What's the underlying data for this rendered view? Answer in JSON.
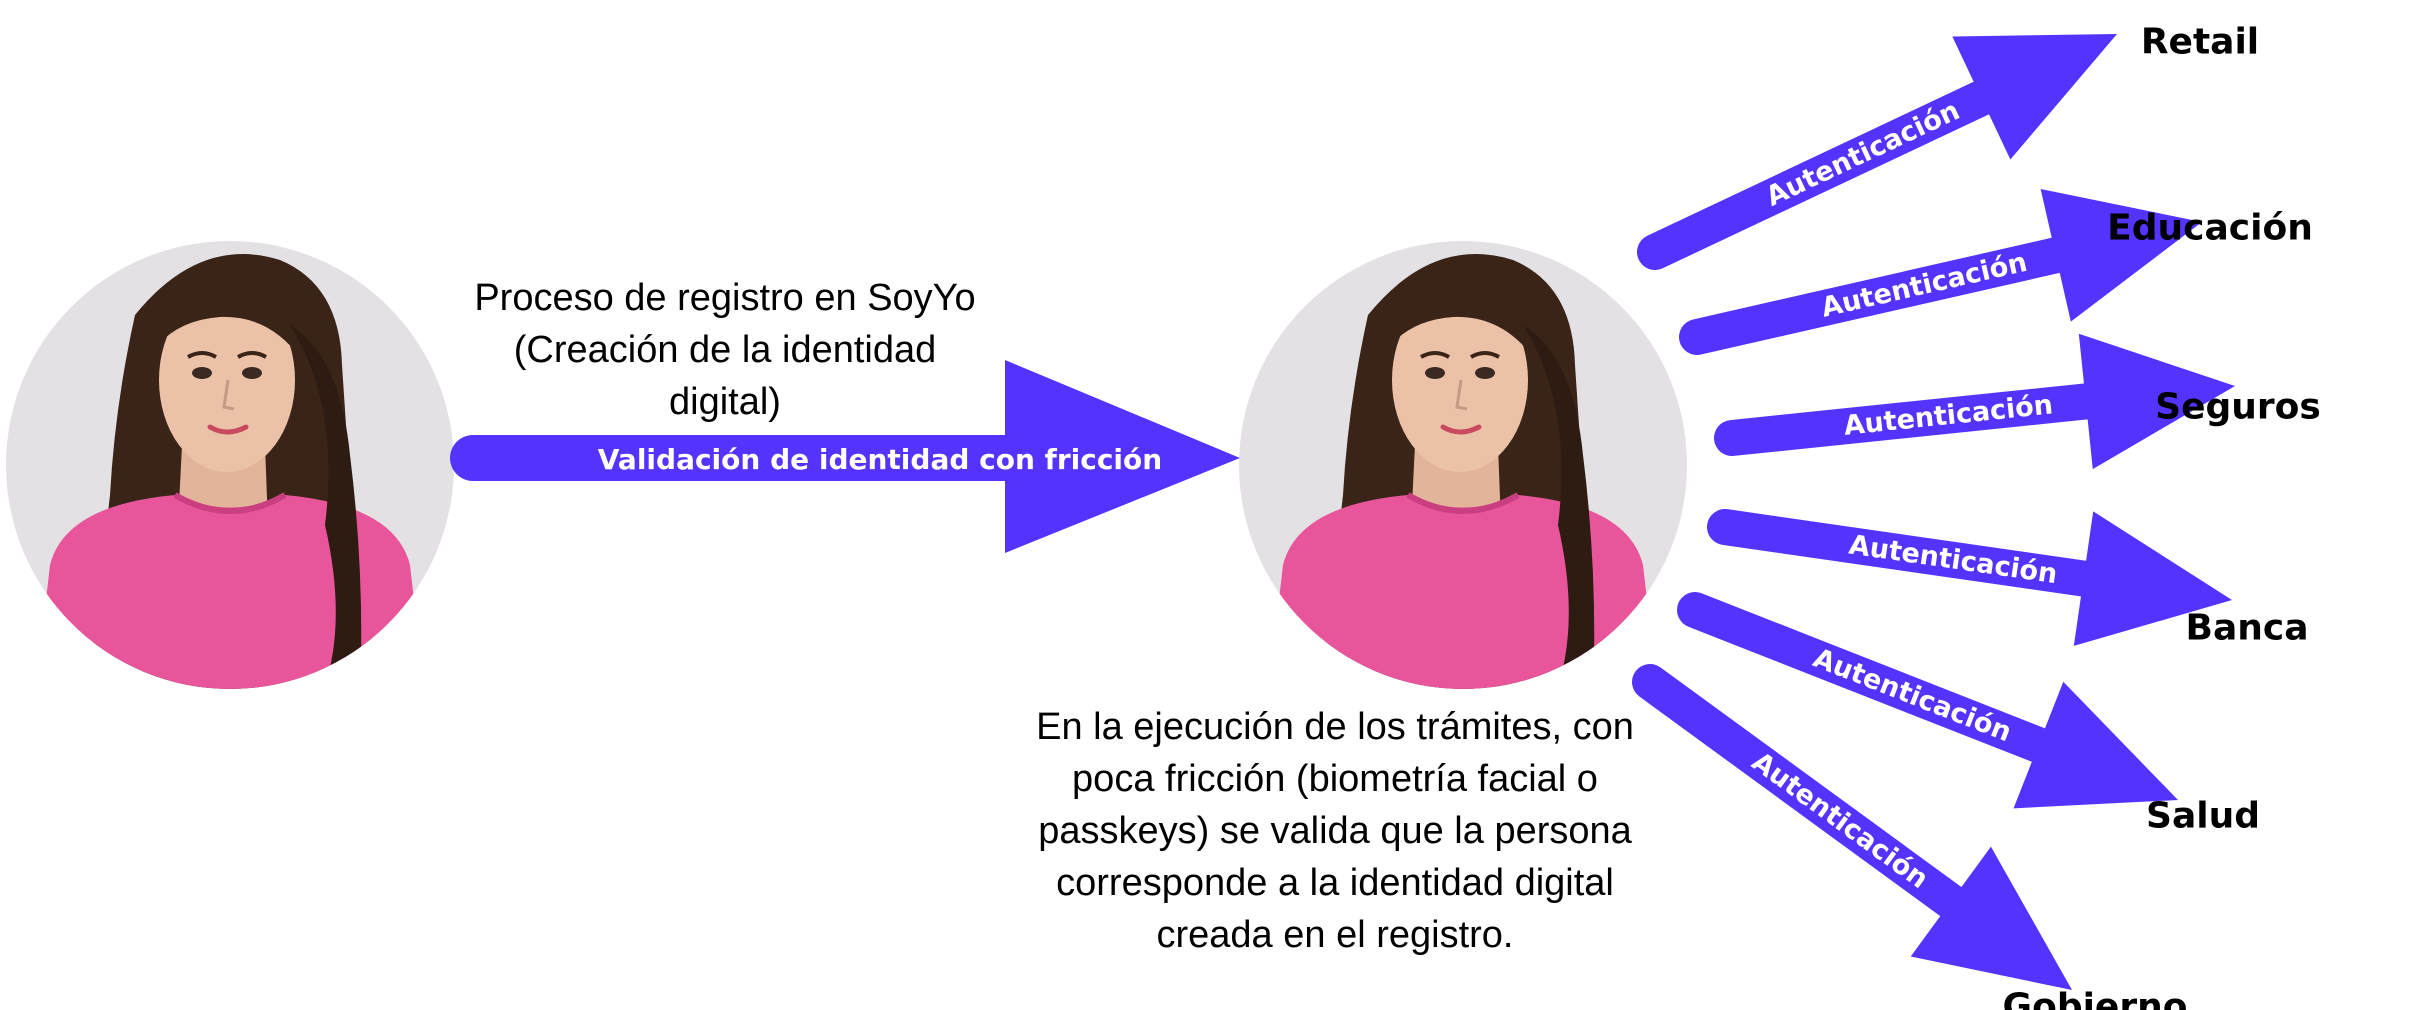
{
  "colors": {
    "arrow": "#5533FF",
    "arrow_text": "#ffffff",
    "sweater": "#E8559A",
    "hair": "#3A2418",
    "skin": "#EBC2A8",
    "photo_background": "#E3E1E4"
  },
  "person_icon": "person-portrait-photo",
  "registration": {
    "caption_lines": [
      "Proceso  de registro  en SoyYo",
      "(Creación  de la identidad",
      "digital)"
    ],
    "arrow_label": "Validación  de identidad con fricción"
  },
  "transactions": {
    "caption_lines": [
      "En la ejecución  de los trámites,  con",
      "poca fricción  (biometría  facial o",
      "passkeys)  se valida que la persona",
      "corresponde  a la identidad digital",
      "creada en el registro."
    ]
  },
  "authentication_arrows": [
    {
      "label": "Autenticación",
      "sector": "Retail"
    },
    {
      "label": "Autenticación",
      "sector": "Educación"
    },
    {
      "label": "Autenticación",
      "sector": "Seguros"
    },
    {
      "label": "Autenticación",
      "sector": "Banca"
    },
    {
      "label": "Autenticación",
      "sector": "Salud"
    },
    {
      "label": "Autenticación",
      "sector": "Gobierno"
    }
  ]
}
